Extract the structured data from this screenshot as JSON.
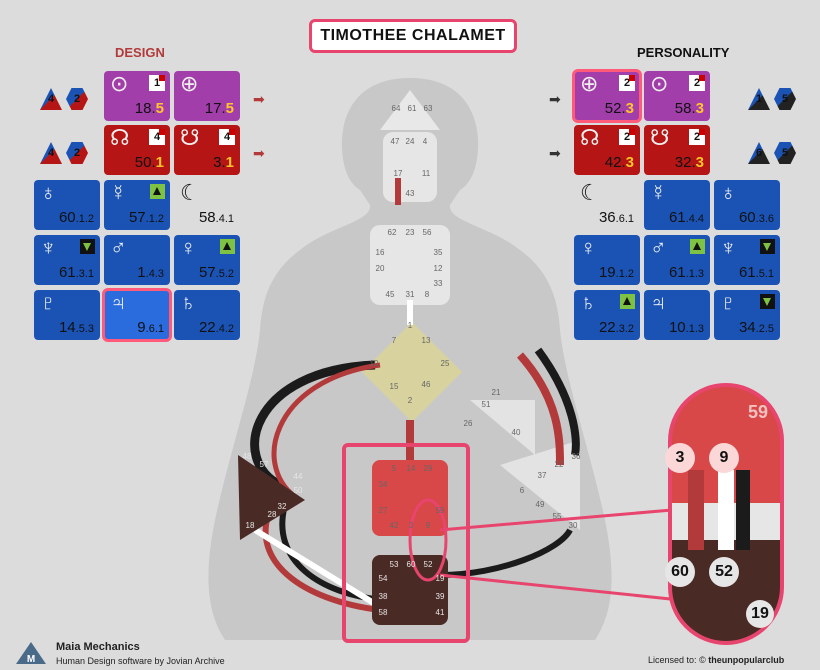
{
  "title": "TIMOTHEE CHALAMET",
  "design_label": "DESIGN",
  "personality_label": "PERSONALITY",
  "colors": {
    "design": "#b23a3a",
    "personality": "#111111",
    "highlight": "#e8456e",
    "blue": "#1b53b5",
    "purple": "#a23eaa",
    "red": "#b51515"
  },
  "design_variables": [
    {
      "value": "4",
      "color": "#1b53b5"
    },
    {
      "value": "2",
      "color": "#1b53b5"
    },
    {
      "value": "4",
      "color": "#1b53b5"
    },
    {
      "value": "2",
      "color": "#1b53b5"
    }
  ],
  "personality_variables": [
    {
      "value": "1",
      "color": "#1b53b5"
    },
    {
      "value": "5",
      "color": "#1b53b5"
    },
    {
      "value": "6",
      "color": "#1b53b5"
    },
    {
      "value": "5",
      "color": "#1b53b5"
    }
  ],
  "design_cards": [
    {
      "symbol": "⊙",
      "planet": "sun",
      "gate": "18",
      "line": "5",
      "badge": "1",
      "style": "purple"
    },
    {
      "symbol": "⊕",
      "planet": "earth",
      "gate": "17",
      "line": "5",
      "badge": "",
      "style": "purple"
    },
    {
      "symbol": "☊",
      "planet": "north-node",
      "gate": "50",
      "line": "1",
      "badge": "4",
      "style": "red"
    },
    {
      "symbol": "☋",
      "planet": "south-node",
      "gate": "3",
      "line": "1",
      "badge": "4",
      "style": "red"
    },
    {
      "symbol": "♁",
      "planet": "mercury",
      "gate": "60",
      "sub": ".1.2",
      "style": "blue"
    },
    {
      "symbol": "☿",
      "planet": "mercury",
      "gate": "57",
      "sub": ".1.2",
      "arrow": "up",
      "style": "blue"
    },
    {
      "symbol": "☾",
      "planet": "moon",
      "gate": "58",
      "sub": ".4.1",
      "style": "plain"
    },
    {
      "symbol": "♆",
      "planet": "neptune",
      "gate": "61",
      "sub": ".3.1",
      "arrow": "down",
      "style": "blue"
    },
    {
      "symbol": "♂",
      "planet": "mars",
      "gate": "1",
      "sub": ".4.3",
      "style": "blue"
    },
    {
      "symbol": "♀",
      "planet": "venus",
      "gate": "57",
      "sub": ".5.2",
      "arrow": "up",
      "style": "blue"
    },
    {
      "symbol": "♇",
      "planet": "pluto",
      "gate": "14",
      "sub": ".5.3",
      "style": "blue"
    },
    {
      "symbol": "♃",
      "planet": "jupiter",
      "gate": "9",
      "sub": ".6.1",
      "style": "hlblue"
    },
    {
      "symbol": "♄",
      "planet": "saturn",
      "gate": "22",
      "sub": ".4.2",
      "style": "blue"
    }
  ],
  "personality_cards": [
    {
      "symbol": "⊕",
      "planet": "sun",
      "gate": "52",
      "line": "3",
      "badge": "2",
      "style": "purple-hl"
    },
    {
      "symbol": "⊙",
      "planet": "earth",
      "gate": "58",
      "line": "3",
      "badge": "2",
      "style": "purple"
    },
    {
      "symbol": "☊",
      "planet": "north-node",
      "gate": "42",
      "line": "3",
      "badge": "2",
      "style": "red"
    },
    {
      "symbol": "☋",
      "planet": "south-node",
      "gate": "32",
      "line": "3",
      "badge": "2",
      "style": "red"
    },
    {
      "symbol": "☾",
      "planet": "moon",
      "gate": "36",
      "sub": ".6.1",
      "style": "plain"
    },
    {
      "symbol": "☿",
      "planet": "mercury",
      "gate": "61",
      "sub": ".4.4",
      "style": "blue"
    },
    {
      "symbol": "♁",
      "planet": "earth2",
      "gate": "60",
      "sub": ".3.6",
      "style": "blue"
    },
    {
      "symbol": "♀",
      "planet": "venus",
      "gate": "19",
      "sub": ".1.2",
      "style": "blue"
    },
    {
      "symbol": "♂",
      "planet": "mars",
      "gate": "61",
      "sub": ".1.3",
      "arrow": "up",
      "style": "blue"
    },
    {
      "symbol": "♆",
      "planet": "neptune",
      "gate": "61",
      "sub": ".5.1",
      "arrow": "down",
      "style": "blue"
    },
    {
      "symbol": "♄",
      "planet": "saturn",
      "gate": "22",
      "sub": ".3.2",
      "arrow": "up",
      "style": "blue"
    },
    {
      "symbol": "♃",
      "planet": "jupiter",
      "gate": "10",
      "sub": ".1.3",
      "style": "blue"
    },
    {
      "symbol": "♇",
      "planet": "pluto",
      "gate": "34",
      "sub": ".2.5",
      "arrow": "down",
      "style": "blue"
    }
  ],
  "gates": {
    "head": [
      "64",
      "61",
      "63"
    ],
    "ajna": [
      "47",
      "24",
      "4",
      "17",
      "43",
      "11"
    ],
    "throat": [
      "62",
      "23",
      "56",
      "16",
      "35",
      "20",
      "12",
      "45",
      "31",
      "8",
      "33"
    ],
    "g": [
      "1",
      "7",
      "13",
      "10",
      "25",
      "15",
      "46",
      "2"
    ],
    "ego": [
      "21",
      "51",
      "26",
      "40"
    ],
    "spleen": [
      "48",
      "57",
      "44",
      "50",
      "32",
      "28",
      "18"
    ],
    "sacral": [
      "5",
      "14",
      "29",
      "34",
      "27",
      "59",
      "42",
      "3",
      "9"
    ],
    "root": [
      "53",
      "60",
      "52",
      "54",
      "19",
      "38",
      "39",
      "58",
      "41"
    ],
    "solar": [
      "36",
      "22",
      "37",
      "6",
      "49",
      "55",
      "30"
    ]
  },
  "zoom_gates": [
    "59",
    "3",
    "9",
    "60",
    "52",
    "19"
  ],
  "footer": {
    "brand": "Maia Mechanics",
    "tagline": "Human Design software by Jovian Archive",
    "license_prefix": "Licensed to:",
    "license_holder": "theunpopularclub"
  }
}
